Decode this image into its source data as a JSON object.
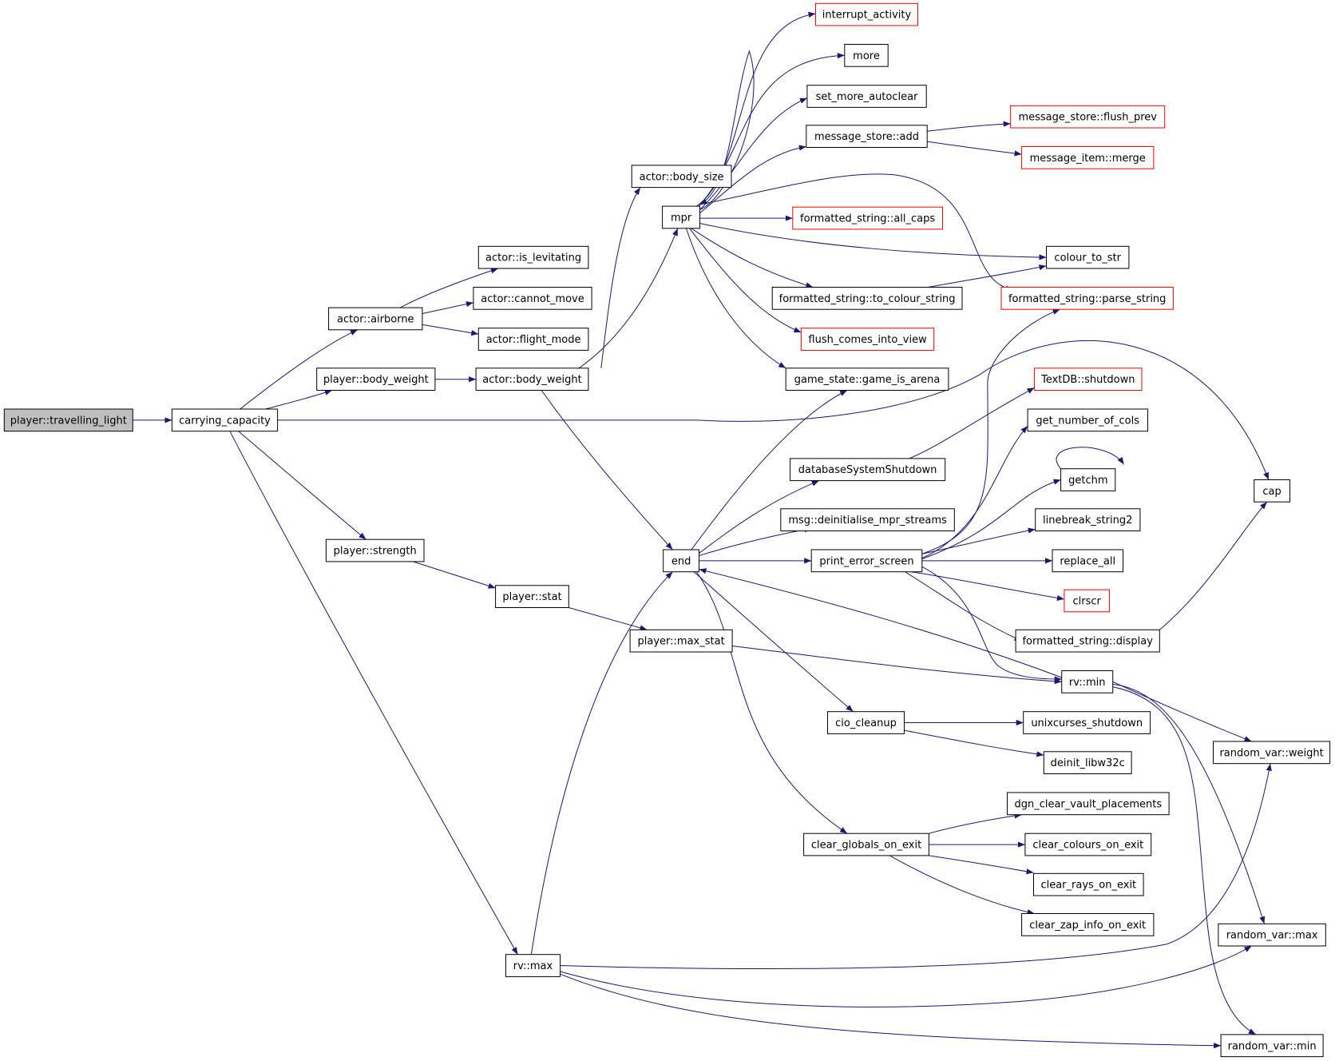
{
  "nodes": {
    "player_travelling_light": "player::travelling_light",
    "carrying_capacity": "carrying_capacity",
    "actor_airborne": "actor::airborne",
    "player_body_weight": "player::body_weight",
    "player_strength": "player::strength",
    "rv_max": "rv::max",
    "actor_is_levitating": "actor::is_levitating",
    "actor_cannot_move": "actor::cannot_move",
    "actor_flight_mode": "actor::flight_mode",
    "actor_body_weight": "actor::body_weight",
    "player_stat": "player::stat",
    "actor_body_size": "actor::body_size",
    "mpr": "mpr",
    "end": "end",
    "player_max_stat": "player::max_stat",
    "interrupt_activity": "interrupt_activity",
    "more": "more",
    "set_more_autoclear": "set_more_autoclear",
    "message_store_add": "message_store::add",
    "formatted_string_all_caps": "formatted_string::all_caps",
    "formatted_string_to_colour_string": "formatted_string::to_colour_string",
    "flush_comes_into_view": "flush_comes_into_view",
    "game_state_game_is_arena": "game_state::game_is_arena",
    "databaseSystemShutdown": "databaseSystemShutdown",
    "msg_deinitialise_mpr_streams": "msg::deinitialise_mpr_streams",
    "print_error_screen": "print_error_screen",
    "cio_cleanup": "cio_cleanup",
    "clear_globals_on_exit": "clear_globals_on_exit",
    "message_store_flush_prev": "message_store::flush_prev",
    "message_item_merge": "message_item::merge",
    "colour_to_str": "colour_to_str",
    "formatted_string_parse_string": "formatted_string::parse_string",
    "TextDB_shutdown": "TextDB::shutdown",
    "get_number_of_cols": "get_number_of_cols",
    "getchm": "getchm",
    "linebreak_string2": "linebreak_string2",
    "replace_all": "replace_all",
    "clrscr": "clrscr",
    "formatted_string_display": "formatted_string::display",
    "rv_min": "rv::min",
    "unixcurses_shutdown": "unixcurses_shutdown",
    "deinit_libw32c": "deinit_libw32c",
    "dgn_clear_vault_placements": "dgn_clear_vault_placements",
    "clear_colours_on_exit": "clear_colours_on_exit",
    "clear_rays_on_exit": "clear_rays_on_exit",
    "clear_zap_info_on_exit": "clear_zap_info_on_exit",
    "cap": "cap",
    "random_var_weight": "random_var::weight",
    "random_var_max": "random_var::max",
    "random_var_min": "random_var::min"
  },
  "colors": {
    "edge": "#191970",
    "node_border": "#000000",
    "undocumented_border": "#ff0000",
    "root_fill": "#bfbfbf"
  }
}
